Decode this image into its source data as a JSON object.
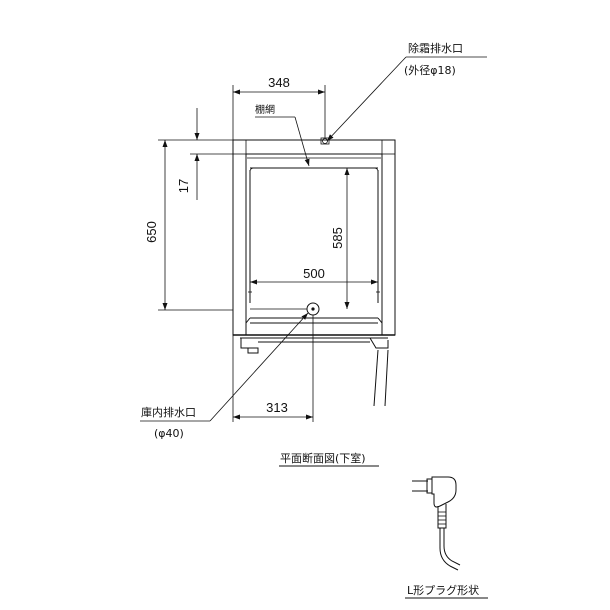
{
  "labels": {
    "drain_title": "除霜排水口",
    "drain_spec": "(外径φ18)",
    "shelf": "棚網",
    "interior_drain_title": "庫内排水口",
    "interior_drain_spec": "(φ40)",
    "plan_view": "平面断面図(下室)",
    "plug_shape": "L形プラグ形状"
  },
  "dimensions": {
    "top_width": "348",
    "gap_17": "17",
    "depth_650": "650",
    "inner_depth_585": "585",
    "inner_width_500": "500",
    "offset_313": "313"
  }
}
